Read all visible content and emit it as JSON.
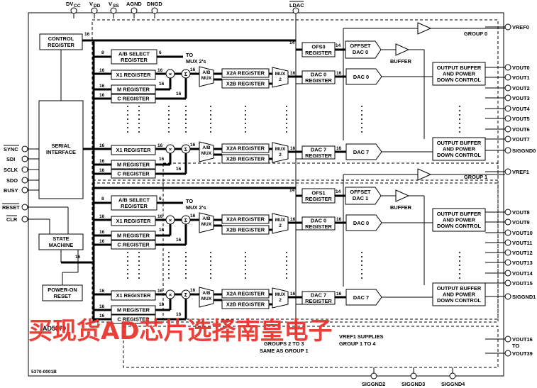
{
  "part_label": "AD5370",
  "figure_code": "5370-0001B",
  "watermark": "买现货AD芯片选择南皇电子",
  "top_pins": [
    "DV",
    "CC",
    "V",
    "DD",
    "V",
    "SS",
    "AGND",
    "DNGD",
    "LDAC"
  ],
  "left_pins": [
    "SYNC",
    "SDI",
    "SCLK",
    "SDO",
    "BUSY",
    "RESET",
    "CLR"
  ],
  "blocks": {
    "control_register": [
      "CONTROL",
      "REGISTER"
    ],
    "serial_interface": [
      "SERIAL",
      "INTERFACE"
    ],
    "state_machine": [
      "STATE",
      "MACHINE"
    ],
    "power_on_reset": [
      "POWER-ON",
      "RESET"
    ],
    "ab_select": [
      "A/B SELECT",
      "REGISTER"
    ],
    "to_mux": [
      "TO",
      "MUX 2's"
    ],
    "x1": "X1 REGISTER",
    "m": "M REGISTER",
    "c": "C REGISTER",
    "ab_mux": [
      "A/B",
      "MUX"
    ],
    "x2a": "X2A REGISTER",
    "x2b": "X2B REGISTER",
    "mux2": [
      "MUX",
      "2"
    ],
    "dac0_reg": [
      "DAC 0",
      "REGISTER"
    ],
    "dac7_reg": [
      "DAC 7",
      "REGISTER"
    ],
    "dac0": "DAC 0",
    "dac7": "DAC 7",
    "ofs0_reg": [
      "OFS0",
      "REGISTER"
    ],
    "ofs1_reg": [
      "OFS1",
      "REGISTER"
    ],
    "offset_dac0": [
      "OFFSET",
      "DAC 0"
    ],
    "offset_dac1": [
      "OFFSET",
      "DAC 1"
    ],
    "buffer": "BUFFER",
    "output_buffer": [
      "OUTPUT BUFFER",
      "AND POWER",
      "DOWN CONTROL"
    ],
    "group0": "GROUP 0",
    "group1": "GROUP 1",
    "groups_note": [
      "GROUPS 2 TO 3",
      "SAME AS GROUP 1"
    ],
    "vref_note": [
      "VREF1 SUPPLIES",
      "GROUP 1 TO 4"
    ]
  },
  "bus_widths": {
    "w16": "16",
    "w14": "14",
    "w8": "8",
    "w6": "6"
  },
  "right_pins_group0": [
    "VREF0",
    "VOUT0",
    "VOUT1",
    "VOUT2",
    "VOUT3",
    "VOUT4",
    "VOUT5",
    "VOUT6",
    "VOUT7",
    "SIGGND0"
  ],
  "right_pins_group1": [
    "VREF1",
    "VOUT8",
    "VOUT9",
    "VOUT10",
    "VOUT11",
    "VOUT12",
    "VOUT13",
    "VOUT14",
    "VOUT15",
    "SIGGND1"
  ],
  "right_pins_bottom": [
    "VOUT16",
    "TO",
    "VOUT39"
  ],
  "bottom_pins": [
    "SIGGND2",
    "SIGGND3",
    "SIGGND4"
  ]
}
